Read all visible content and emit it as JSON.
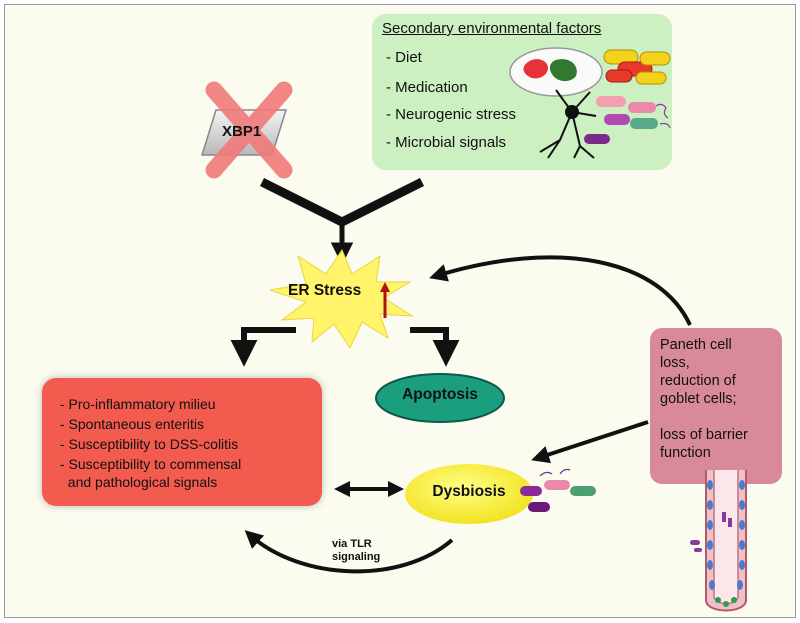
{
  "environment": {
    "title": "Secondary environmental factors",
    "items": [
      "- Diet",
      "- Medication",
      "- Neurogenic stress",
      "- Microbial signals"
    ]
  },
  "xbp1": {
    "label": "XBP1"
  },
  "er_stress": {
    "label": "ER Stress"
  },
  "apoptosis": {
    "label": "Apoptosis"
  },
  "dysbiosis": {
    "label": "Dysbiosis"
  },
  "inflammation": {
    "items": [
      "- Pro-inflammatory milieu",
      "- Spontaneous enteritis",
      "- Susceptibility to DSS-colitis",
      "- Susceptibility to commensal",
      "  and pathological signals"
    ]
  },
  "paneth": {
    "text": "Paneth cell\nloss,\nreduction of\ngoblet cells;\n\nloss of barrier\nfunction"
  },
  "tlr": {
    "label": "via TLR\nsignaling"
  },
  "colors": {
    "env_box": "#ccf0c2",
    "inflammation_box": "#f25b4e",
    "paneth_box": "#d88a9a",
    "er_star": "#fff46a",
    "apoptosis_fill": "#1a9e7e",
    "dysbiosis_fill": "#ffee22",
    "xbp1_cross": "#f07a7a"
  }
}
